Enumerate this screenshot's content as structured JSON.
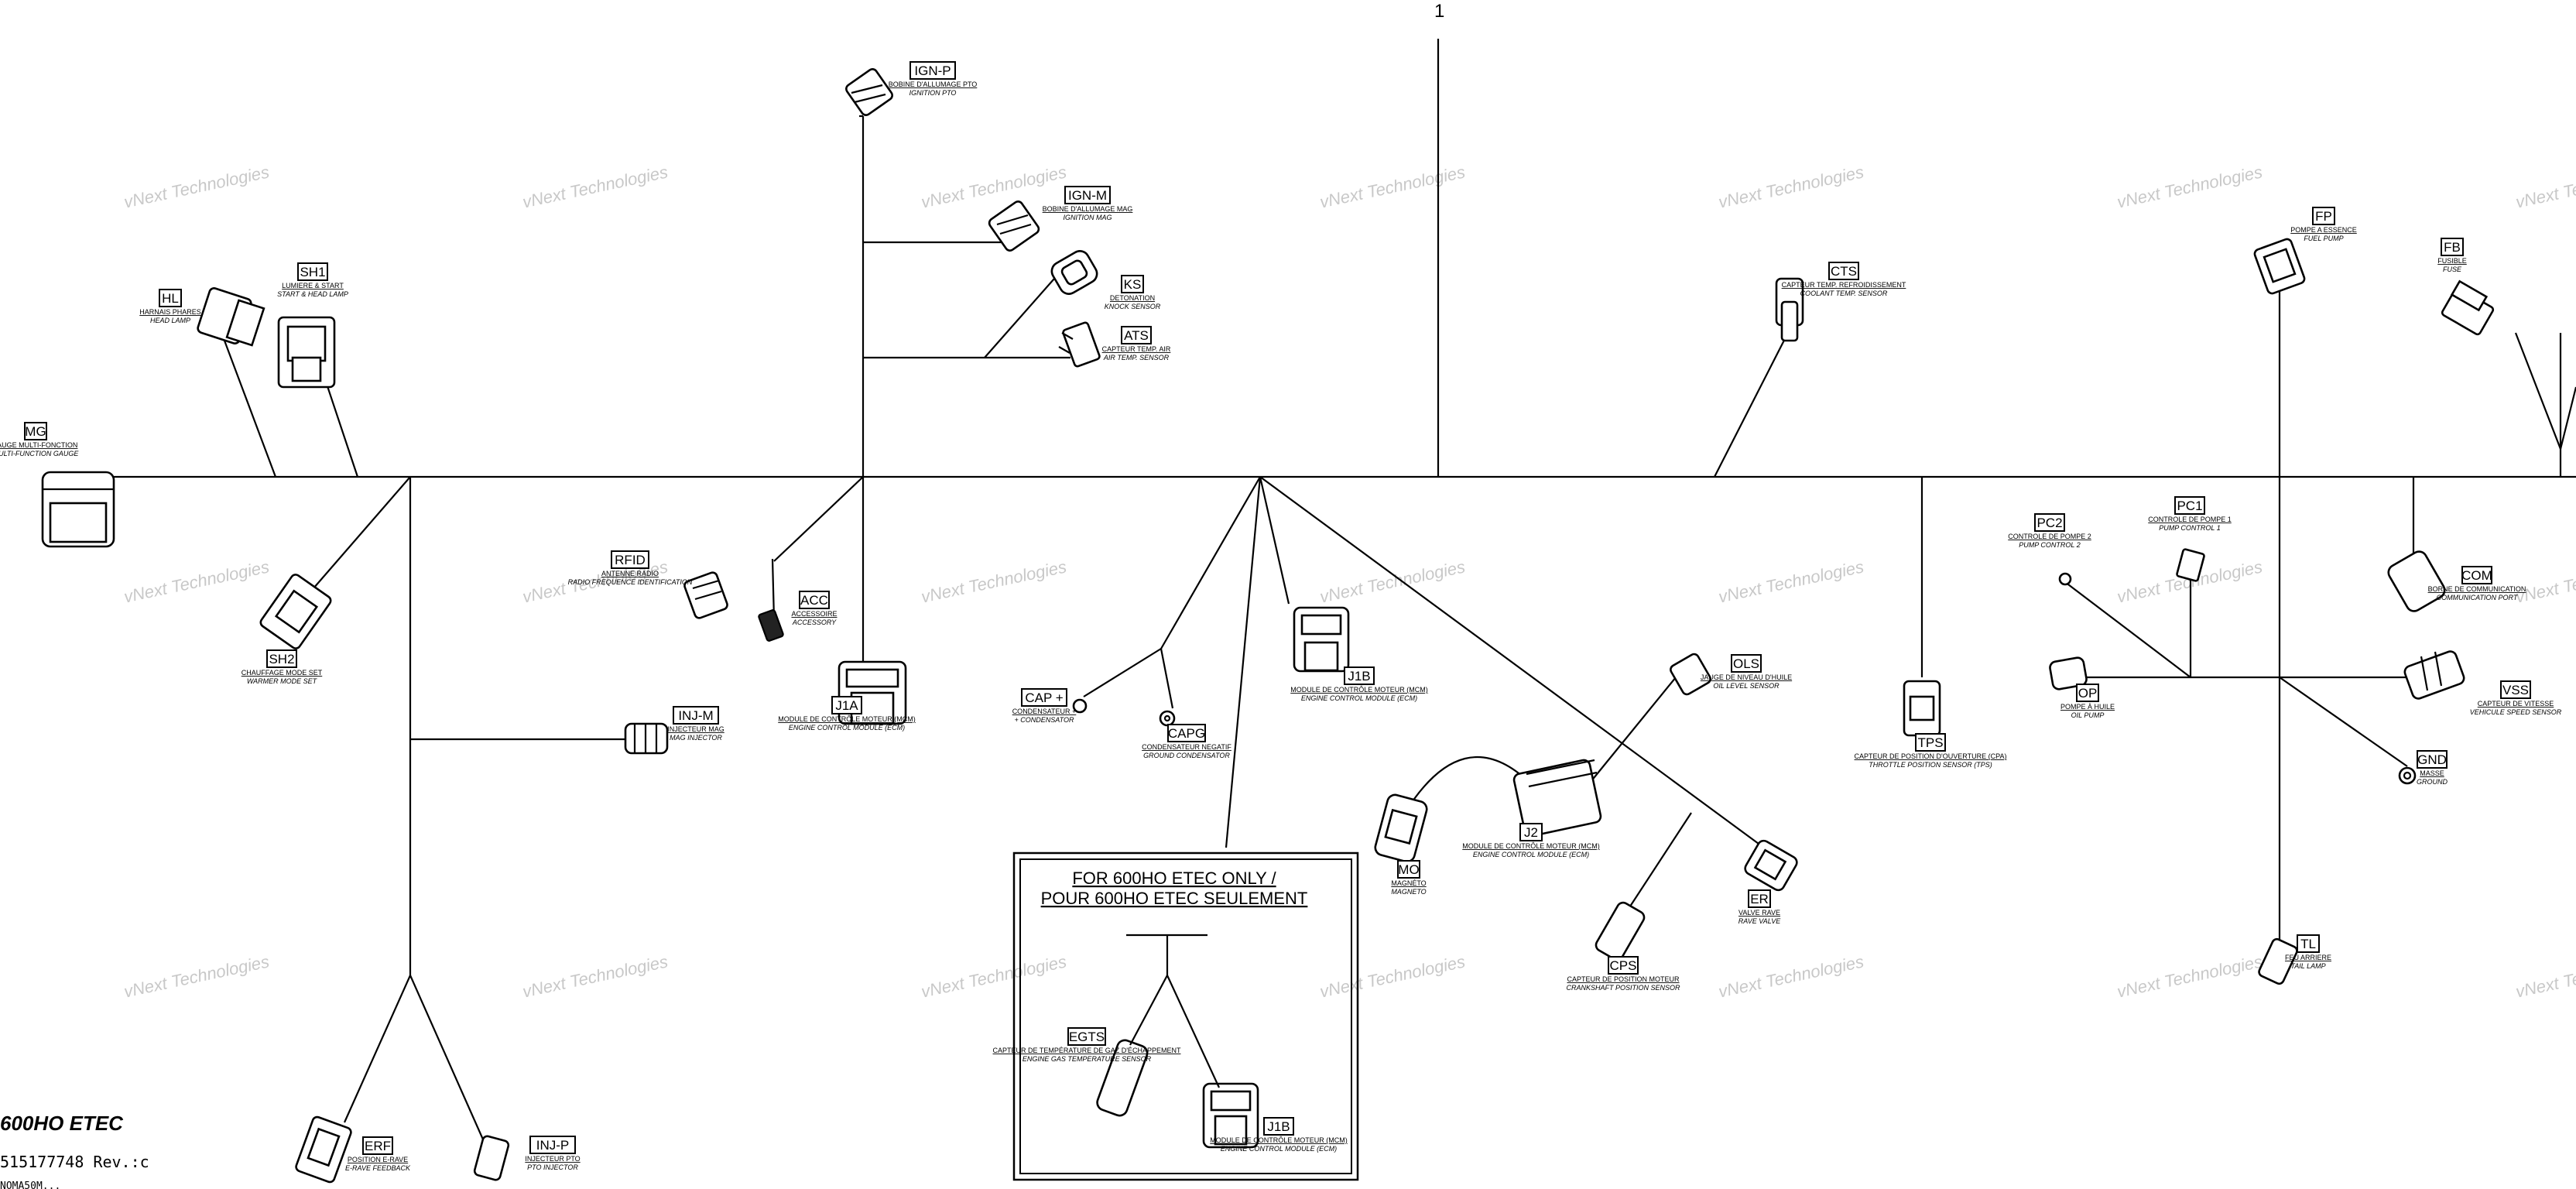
{
  "diagram": {
    "sheet_marker": "1",
    "watermark": "vNext Technologies",
    "model_title": "600HO ETEC",
    "part_number": "515177748 Rev.:c",
    "footnote": "NOMA50M...",
    "inset_note_line1": "FOR 600HO ETEC ONLY /",
    "inset_note_line2": "POUR 600HO ETEC SEULEMENT"
  },
  "connectors": [
    {
      "code": "MG",
      "fr": "JAUGE MULTI-FONCTION",
      "en": "MULTI-FUNCTION GAUGE"
    },
    {
      "code": "HL",
      "fr": "HARNAIS PHARES",
      "en": "HEAD LAMP"
    },
    {
      "code": "SH1",
      "fr": "LUMIERE & START",
      "en": "START & HEAD LAMP"
    },
    {
      "code": "SH2",
      "fr": "CHAUFFAGE MODE SET",
      "en": "WARMER MODE SET"
    },
    {
      "code": "IGN-P",
      "fr": "BOBINE D'ALLUMAGE PTO",
      "en": "IGNITION PTO"
    },
    {
      "code": "IGN-M",
      "fr": "BOBINE D'ALLUMAGE MAG",
      "en": "IGNITION MAG"
    },
    {
      "code": "KS",
      "fr": "DETONATION",
      "en": "KNOCK SENSOR"
    },
    {
      "code": "ATS",
      "fr": "CAPTEUR TEMP. AIR",
      "en": "AIR TEMP. SENSOR"
    },
    {
      "code": "RFID",
      "fr": "ANTENNE RADIO",
      "en": "RADIO FREQUENCE IDENTIFICATION"
    },
    {
      "code": "ACC",
      "fr": "ACCESSOIRE",
      "en": "ACCESSORY"
    },
    {
      "code": "J1A",
      "fr": "MODULE DE CONTRÔLE MOTEUR (MCM)",
      "en": "ENGINE CONTROL MODULE (ECM)"
    },
    {
      "code": "INJ-M",
      "fr": "INJECTEUR MAG",
      "en": "MAG INJECTOR"
    },
    {
      "code": "ERF",
      "fr": "POSITION E-RAVE",
      "en": "E-RAVE FEEDBACK"
    },
    {
      "code": "INJ-P",
      "fr": "INJECTEUR PTO",
      "en": "PTO INJECTOR"
    },
    {
      "code": "CAP +",
      "fr": "CONDENSATEUR +",
      "en": "+ CONDENSATOR"
    },
    {
      "code": "CAPG",
      "fr": "CONDENSATEUR NEGATIF",
      "en": "GROUND CONDENSATOR"
    },
    {
      "code": "J1B",
      "fr": "MODULE DE CONTRÔLE MOTEUR (MCM)",
      "en": "ENGINE CONTROL MODULE (ECM)"
    },
    {
      "code": "EGTS",
      "fr": "CAPTEUR DE TEMPÉRATURE DE GAZ D'ÉCHAPPEMENT",
      "en": "ENGINE GAS TEMPERATURE SENSOR"
    },
    {
      "code": "J1B",
      "fr": "MODULE DE CONTRÔLE MOTEUR (MCM)",
      "en": "ENGINE CONTROL MODULE (ECM)"
    },
    {
      "code": "MO",
      "fr": "MAGNÉTO",
      "en": "MAGNETO"
    },
    {
      "code": "J2",
      "fr": "MODULE DE CONTRÔLE MOTEUR (MCM)",
      "en": "ENGINE CONTROL MODULE (ECM)"
    },
    {
      "code": "OLS",
      "fr": "JAUGE DE NIVEAU D'HUILE",
      "en": "OIL LEVEL SENSOR"
    },
    {
      "code": "ER",
      "fr": "VALVE RAVE",
      "en": "RAVE VALVE"
    },
    {
      "code": "CPS",
      "fr": "CAPTEUR DE POSITION MOTEUR",
      "en": "CRANKSHAFT POSITION SENSOR"
    },
    {
      "code": "CTS",
      "fr": "CAPTEUR TEMP. REFROIDISSEMENT",
      "en": "COOLANT TEMP. SENSOR"
    },
    {
      "code": "TPS",
      "fr": "CAPTEUR DE POSITION D'OUVERTURE (CPA)",
      "en": "THROTTLE POSITION SENSOR (TPS)"
    },
    {
      "code": "FP",
      "fr": "POMPE A ESSENCE",
      "en": "FUEL PUMP"
    },
    {
      "code": "FB",
      "fr": "FUSIBLE",
      "en": "FUSE"
    },
    {
      "code": "PC2",
      "fr": "CONTROLE DE POMPE 2",
      "en": "PUMP CONTROL 2"
    },
    {
      "code": "PC1",
      "fr": "CONTROLE DE POMPE 1",
      "en": "PUMP CONTROL 1"
    },
    {
      "code": "OP",
      "fr": "POMPE À HUILE",
      "en": "OIL PUMP"
    },
    {
      "code": "COM",
      "fr": "BORNE DE COMMUNICATION",
      "en": "COMMUNICATION PORT"
    },
    {
      "code": "VSS",
      "fr": "CAPTEUR DE VITESSE",
      "en": "VEHICULE SPEED SENSOR"
    },
    {
      "code": "GND",
      "fr": "MASSE",
      "en": "GROUND"
    },
    {
      "code": "TL",
      "fr": "FEU ARRIERE",
      "en": "TAIL LAMP"
    }
  ]
}
